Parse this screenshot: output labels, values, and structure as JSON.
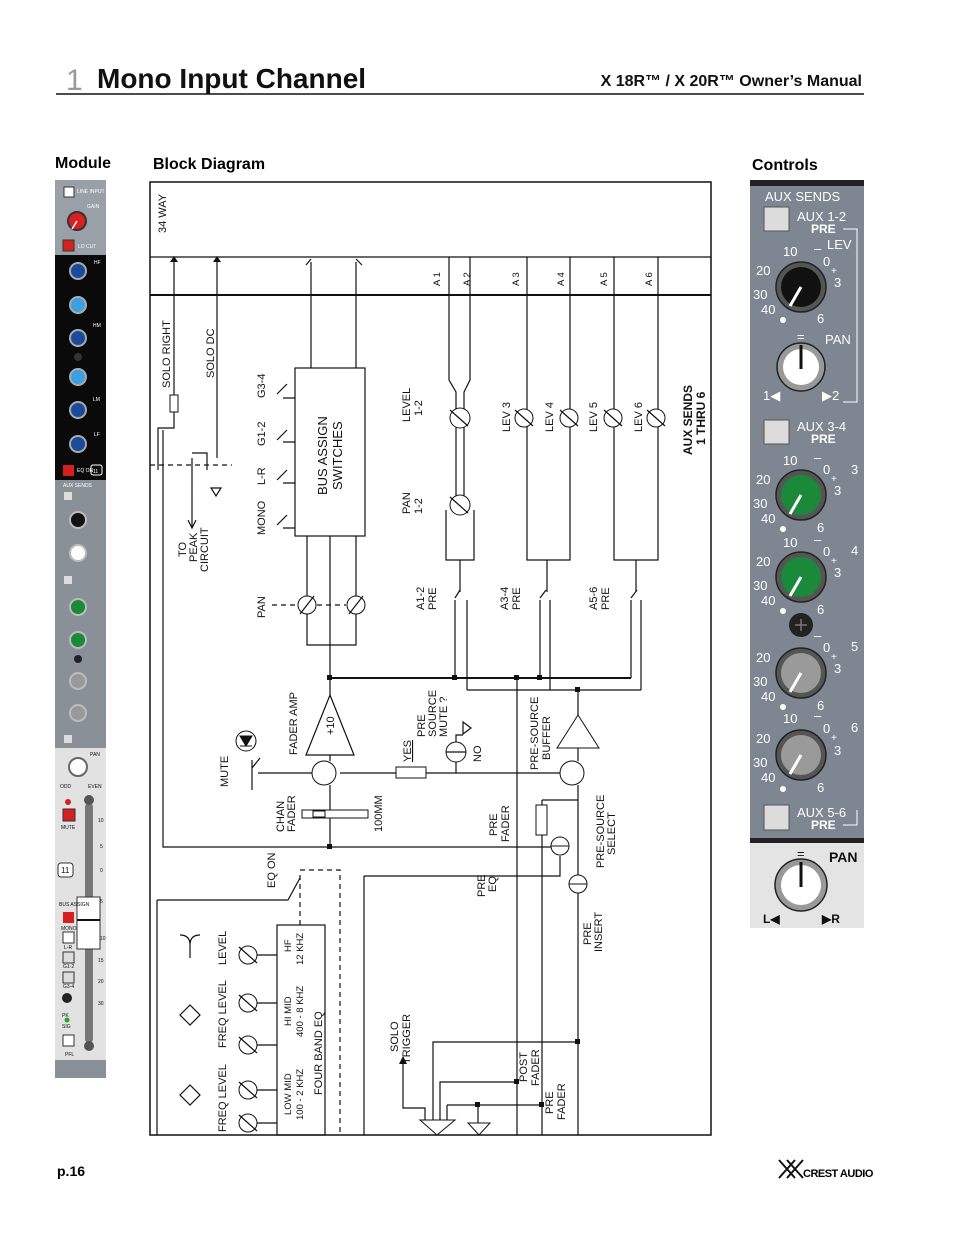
{
  "header": {
    "chapter_number": "1",
    "title": "Mono Input Channel",
    "manual_title": "X 18R™ / X 20R™ Owner’s Manual"
  },
  "sections": {
    "module": "Module",
    "block_diagram": "Block Diagram",
    "controls": "Controls"
  },
  "diagram": {
    "bus": "34 WAY",
    "aux_buses": [
      "A 1",
      "A 2",
      "A 3",
      "A 4",
      "A 5",
      "A 6"
    ],
    "solo_right": "SOLO RIGHT",
    "solo_dc": "SOLO DC",
    "bus_switches": [
      "G3-4",
      "G1-2",
      "L-R",
      "MONO"
    ],
    "bus_assign": [
      "BUS ASSIGN",
      "SWITCHES"
    ],
    "level_12": [
      "LEVEL",
      "1-2"
    ],
    "pan_12": [
      "PAN",
      "1-2"
    ],
    "lev": [
      "LEV 3",
      "LEV 4",
      "LEV 5",
      "LEV 6"
    ],
    "aux_sends": [
      "AUX SENDS",
      "1 THRU 6"
    ],
    "to_peak": [
      "TO",
      "PEAK",
      "CIRCUIT"
    ],
    "pan": "PAN",
    "a12_pre": [
      "A1-2",
      "PRE"
    ],
    "a34_pre": [
      "A3-4",
      "PRE"
    ],
    "a56_pre": [
      "A5-6",
      "PRE"
    ],
    "fader_amp": "FADER AMP",
    "gain": "+10",
    "pre_source_mute": [
      "PRE",
      "SOURCE",
      "MUTE ?"
    ],
    "yes": "YES",
    "no": "NO",
    "pre_source_buffer": [
      "PRE-SOURCE",
      "BUFFER"
    ],
    "mute": "MUTE",
    "chan_fader": [
      "CHAN",
      "FADER"
    ],
    "fader_length": "100MM",
    "pre_fader": [
      "PRE",
      "FADER"
    ],
    "pre_source_select": [
      "PRE-SOURCE",
      "SELECT"
    ],
    "eq_on": "EQ ON",
    "pre_eq": [
      "PRE",
      "EQ"
    ],
    "pre_insert": [
      "PRE",
      "INSERT"
    ],
    "eq_controls": [
      "LEVEL",
      "FREQ LEVEL",
      "FREQ LEVEL"
    ],
    "hf": [
      "HF",
      "12 KHZ"
    ],
    "hi_mid": [
      "HI MID",
      "400 - 8 KHZ"
    ],
    "four_band_eq": "FOUR BAND EQ",
    "low_mid": [
      "LOW MID",
      "100 - 2 KHZ"
    ],
    "solo_trigger": [
      "SOLO",
      "TRIGGER"
    ],
    "post_fader": [
      "POST",
      "FADER"
    ],
    "pre_fader_bottom": [
      "PRE",
      "FADER"
    ]
  },
  "controls": {
    "aux_sends": "AUX SENDS",
    "aux12": "AUX 1-2",
    "aux34": "AUX 3-4",
    "aux56": "AUX 5-6",
    "pre": "PRE",
    "lev": "LEV",
    "pan": "PAN",
    "scale": {
      "s10": "10",
      "minus": "–",
      "s0": "0",
      "plus": "+",
      "s3": "3",
      "s6": "6",
      "s20": "20",
      "s30": "30",
      "s40": "40"
    },
    "pan_center": "=",
    "pan_left_aux": "1◀",
    "pan_right_aux": "▶2",
    "send_numbers": [
      "3",
      "4",
      "5",
      "6"
    ],
    "pan_left": "L◀",
    "pan_right": "▶R",
    "knob_colors": {
      "aux12": "#111111",
      "aux3": "#1a8a3a",
      "aux4": "#1a8a3a",
      "aux5": "#9a9a9a",
      "aux6": "#9a9a9a"
    }
  },
  "module": {
    "line_input": "LINE INPUT",
    "gain": "GAIN",
    "lo_cut": "LO CUT",
    "eq_bands": [
      "HF",
      "HM",
      "LM",
      "LF"
    ],
    "eq_on": "EQ ON",
    "channel_number": "11",
    "aux_sends": "AUX SENDS",
    "pan": "PAN",
    "odd": "ODD",
    "even": "EVEN",
    "mute": "MUTE",
    "bus_assign": "BUS ASSIGN",
    "mono": "MONO",
    "lr": "L-R",
    "g12": "G1-2",
    "g34": "G3-4",
    "pk": "PK",
    "sig": "SIG",
    "pfl": "PFL",
    "fader_scale": [
      "10",
      "5",
      "0",
      "5",
      "10",
      "15",
      "20",
      "30"
    ]
  },
  "footer": {
    "page": "p.16",
    "logo": "CREST AUDIO"
  }
}
